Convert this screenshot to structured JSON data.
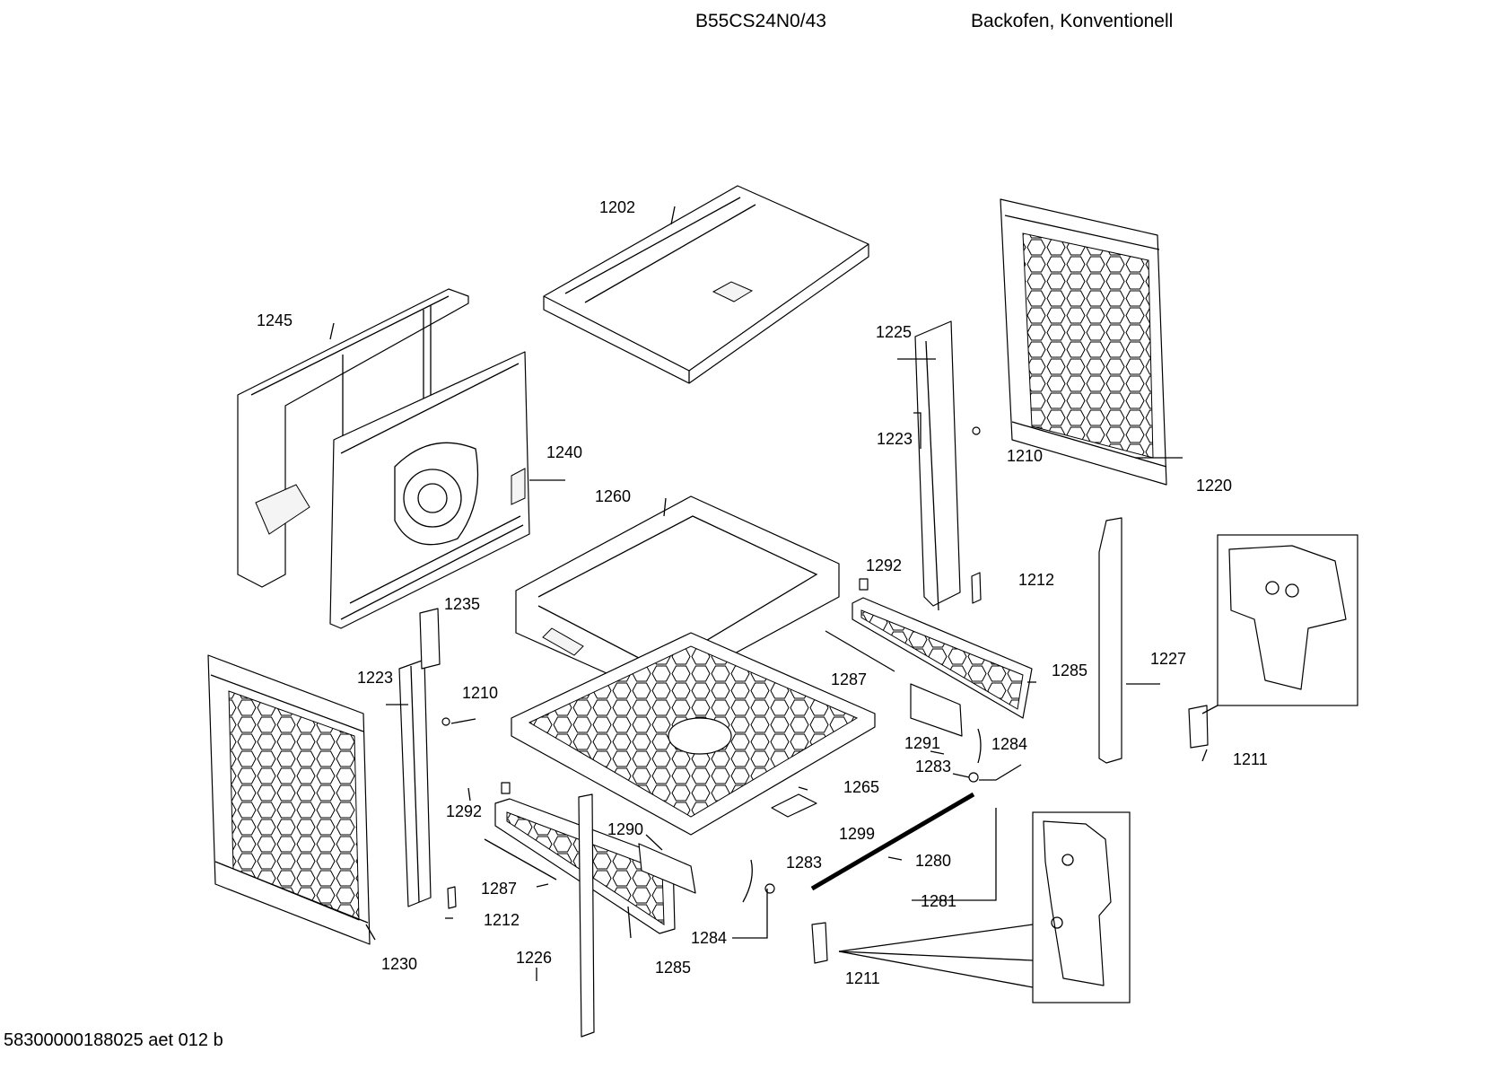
{
  "header": {
    "model": "B55CS24N0/43",
    "type": "Backofen, Konventionell"
  },
  "footer": {
    "doc_id": "58300000188025 aet 012 b"
  },
  "callouts": [
    {
      "id": "p1202",
      "label": "1202"
    },
    {
      "id": "p1245",
      "label": "1245"
    },
    {
      "id": "p1225",
      "label": "1225"
    },
    {
      "id": "p1223a",
      "label": "1223"
    },
    {
      "id": "p1210a",
      "label": "1210"
    },
    {
      "id": "p1220",
      "label": "1220"
    },
    {
      "id": "p1240",
      "label": "1240"
    },
    {
      "id": "p1260",
      "label": "1260"
    },
    {
      "id": "p1292a",
      "label": "1292"
    },
    {
      "id": "p1212a",
      "label": "1212"
    },
    {
      "id": "p1235",
      "label": "1235"
    },
    {
      "id": "p1227",
      "label": "1227"
    },
    {
      "id": "p1285a",
      "label": "1285"
    },
    {
      "id": "p1223b",
      "label": "1223"
    },
    {
      "id": "p1287a",
      "label": "1287"
    },
    {
      "id": "p1210b",
      "label": "1210"
    },
    {
      "id": "p1291",
      "label": "1291"
    },
    {
      "id": "p1284a",
      "label": "1284"
    },
    {
      "id": "p1211a",
      "label": "1211"
    },
    {
      "id": "p1283a",
      "label": "1283"
    },
    {
      "id": "p1265",
      "label": "1265"
    },
    {
      "id": "p1292b",
      "label": "1292"
    },
    {
      "id": "p1299",
      "label": "1299"
    },
    {
      "id": "p1290",
      "label": "1290"
    },
    {
      "id": "p1280",
      "label": "1280"
    },
    {
      "id": "p1283b",
      "label": "1283"
    },
    {
      "id": "p1287b",
      "label": "1287"
    },
    {
      "id": "p1281",
      "label": "1281"
    },
    {
      "id": "p1212b",
      "label": "1212"
    },
    {
      "id": "p1284b",
      "label": "1284"
    },
    {
      "id": "p1230",
      "label": "1230"
    },
    {
      "id": "p1226",
      "label": "1226"
    },
    {
      "id": "p1285b",
      "label": "1285"
    },
    {
      "id": "p1211b",
      "label": "1211"
    }
  ]
}
